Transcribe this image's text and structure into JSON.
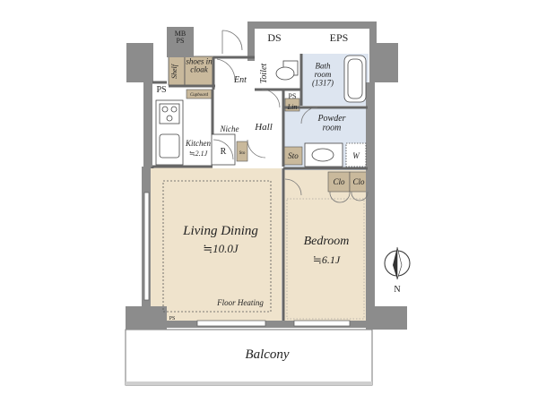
{
  "colors": {
    "wall": "#8c8c8c",
    "living_floor": "#efe3cc",
    "bedroom_floor": "#efe3cc",
    "wet_area": "#dde5f0",
    "storage": "#c9b99c",
    "corridor": "#ffffff"
  },
  "rooms": {
    "mb_ps": "MB\nPS",
    "ds": "DS",
    "eps": "EPS",
    "shelf": "Shelf",
    "shoes_cloak": "shoes in\ncloak",
    "ent": "Ent",
    "toilet": "Toilet",
    "bath": "Bath\nroom\n(1317)",
    "ps_left": "PS",
    "cupboard": "Cupboard",
    "ps_small": "PS",
    "lin": "Lin",
    "hall": "Hall",
    "powder": "Powder\nroom",
    "niche": "Niche",
    "kitchen": "Kitchen",
    "kitchen_size": "≒2.1J",
    "refrigerator": "R",
    "shoebox": "Sto",
    "sto": "Sto",
    "washer": "W",
    "clo1": "Clo",
    "clo2": "Clo",
    "living": "Living Dining",
    "living_size": "≒10.0J",
    "floor_heating": "Floor Heating",
    "bedroom": "Bedroom",
    "bedroom_size": "≒6.1J",
    "ps_bottom": "PS",
    "balcony": "Balcony"
  },
  "compass": {
    "label": "N"
  }
}
